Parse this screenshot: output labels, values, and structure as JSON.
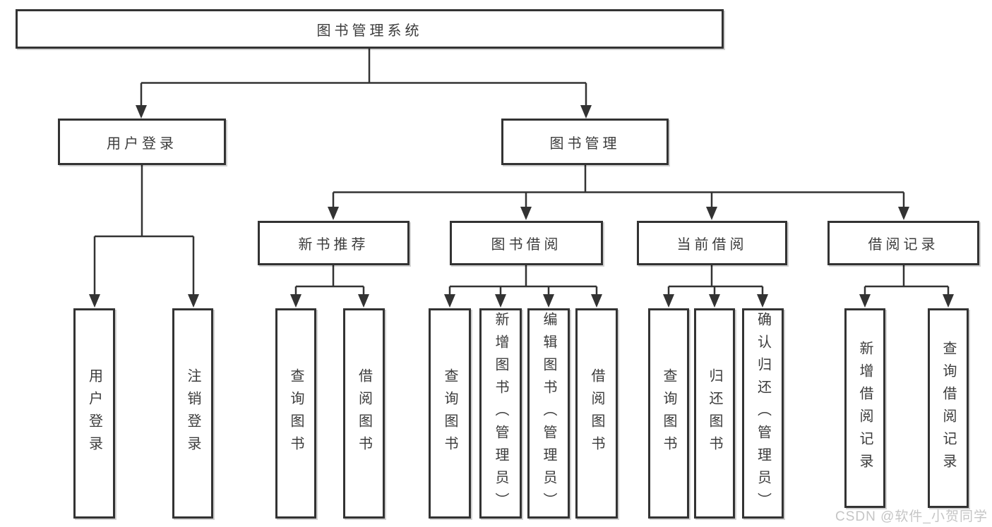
{
  "root": {
    "label": "图书管理系统"
  },
  "user_login": {
    "label": "用户登录",
    "children": {
      "login": "用户登录",
      "logout": "注销登录"
    }
  },
  "book_mgmt": {
    "label": "图书管理",
    "new_books": {
      "label": "新书推荐",
      "children": {
        "query": "查询图书",
        "borrow": "借阅图书"
      }
    },
    "borrowing": {
      "label": "图书借阅",
      "children": {
        "query": "查询图书",
        "add": "新增图书（管理员）",
        "edit": "编辑图书（管理员）",
        "borrow": "借阅图书"
      }
    },
    "current": {
      "label": "当前借阅",
      "children": {
        "query": "查询图书",
        "return": "归还图书",
        "confirm": "确认归还（管理员）"
      }
    },
    "records": {
      "label": "借阅记录",
      "children": {
        "add": "新增借阅记录",
        "query": "查询借阅记录"
      }
    }
  },
  "watermark": "CSDN @软件_小贺同学",
  "colors": {
    "line": "#333333",
    "text": "#3c3c3c",
    "box_fill": "#ffffff",
    "watermark": "#c5c5c5"
  }
}
